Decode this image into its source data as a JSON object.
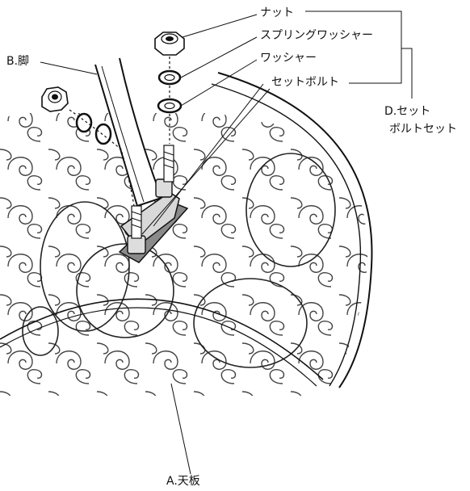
{
  "labels": {
    "nut": "ナット",
    "spring_washer": "スプリングワッシャー",
    "washer": "ワッシャー",
    "set_bolt": "セットボルト",
    "set_group_line1": "D.セット",
    "set_group_line2": "ボルトセット",
    "leg": "B.脚",
    "tabletop": "A.天板"
  },
  "colors": {
    "ink": "#111111",
    "plate": "#8a8a8a",
    "bracket": "#d8d8d8"
  }
}
